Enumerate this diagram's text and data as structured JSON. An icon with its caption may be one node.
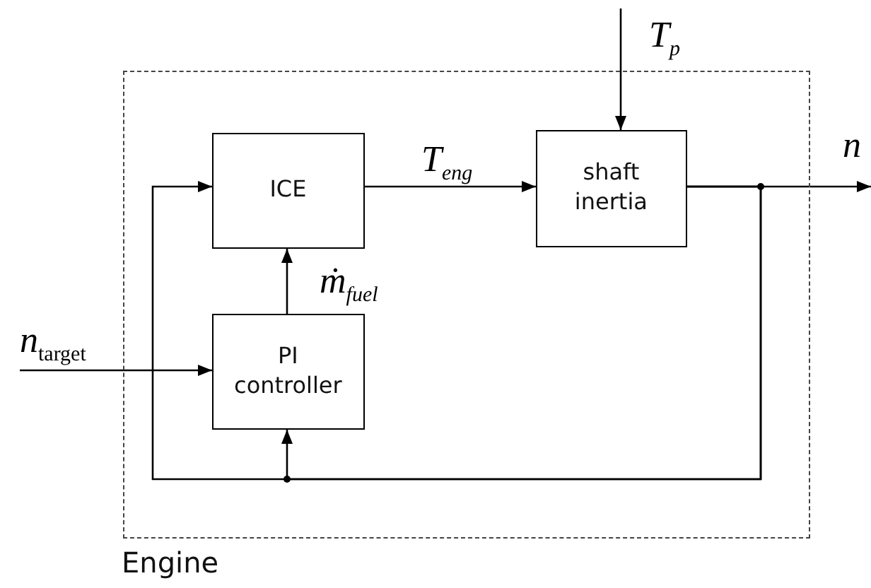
{
  "diagram": {
    "nodes": [
      {
        "text": [
          "Engine"
        ]
      },
      {
        "text": [
          "ICE"
        ],
        "in": 0
      },
      {
        "text": [
          "shaft inertia"
        ],
        "in": 0
      },
      {
        "text": [
          "PI controller"
        ],
        "in": 0
      }
    ],
    "edges": [
      {
        "from": null,
        "to": 3,
        "arrow": "to",
        "label": "*n*$_{target}$"
      },
      {
        "from": 3,
        "to": 1,
        "arrow": "to",
        "label": "ṁ$_{fuel}$"
      },
      {
        "from": 1,
        "to": 2,
        "arrow": "to",
        "label": "T$_{eng}$"
      },
      {
        "from": null,
        "to": 2,
        "arrow": "to",
        "label": "T$_{p}$"
      },
      {
        "from": 2,
        "to": null,
        "arrow": "to",
        "label": "n"
      },
      {
        "from": 2,
        "to": 1,
        "arrow": "to"
      },
      {
        "from": 2,
        "to": 3,
        "arrow": "to"
      }
    ]
  }
}
